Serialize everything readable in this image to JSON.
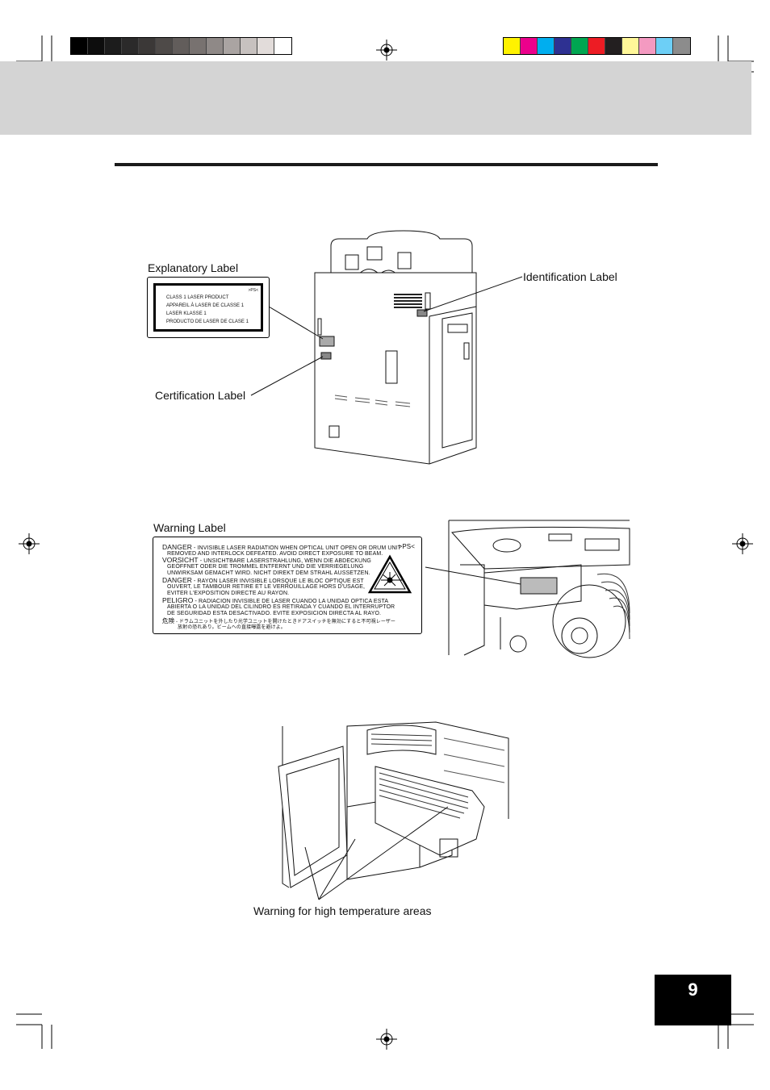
{
  "page": {
    "number": "9"
  },
  "colors": {
    "grayscale_strip": [
      "#000000",
      "#0d0d0d",
      "#1c1c1c",
      "#2b2a2a",
      "#3b3837",
      "#4e4a48",
      "#625d5b",
      "#787270",
      "#8f8987",
      "#aaa4a2",
      "#c7c1bf",
      "#e2dcda",
      "#ffffff"
    ],
    "color_strip": [
      "#fff200",
      "#ec008c",
      "#00aeef",
      "#2e3192",
      "#00a651",
      "#ed1c24",
      "#231f20",
      "#fff799",
      "#f49ac1",
      "#6dcff6",
      "#8c8c8c"
    ]
  },
  "labels": {
    "explanatory": "Explanatory Label",
    "identification": "Identification Label",
    "certification": "Certification Label",
    "warning": "Warning Label",
    "high_temp": "Warning for high temperature areas"
  },
  "explanatory_label": {
    "code": ">PS<",
    "lines": [
      "CLASS 1 LASER PRODUCT",
      "APPAREIL À LASER DE CLASSE 1",
      "LASER KLASSE 1",
      "PRODUCTO DE LASER DE CLASE 1"
    ]
  },
  "warning_label": {
    "code": ">PS<",
    "danger_head": "DANGER",
    "danger_l1": " - INVISIBLE LASER RADIATION WHEN OPTICAL UNIT OPEN OR DRUM UNIT",
    "danger_l2": "REMOVED AND INTERLOCK DEFEATED.  AVOID DIRECT EXPOSURE TO BEAM.",
    "vorsicht_head": "VORSICHT",
    "vorsicht_l1": " - UNSICHTBARE LASERSTRAHLUNG, WENN DIE ABDECKUNG",
    "vorsicht_l2": "GEÖFFNET ODER DIE TROMMEL ENTFERNT UND DIE VERRIEGELUNG",
    "vorsicht_l3": "UNWIRKSAM GEMACHT WIRD.  NICHT DIREKT DEM STRAHL AUSSETZEN.",
    "danger_fr_head": "DANGER",
    "danger_fr_l1": " - RAYON LASER INVISIBLE LORSQUE LE BLOC OPTIQUE EST",
    "danger_fr_l2": "OUVERT, LE TAMBOUR RETIRE ET LE VERROUILLAGE HORS D'USAGE,",
    "danger_fr_l3": "EVITER L'EXPOSITION DIRECTE AU RAYON.",
    "peligro_head": "PELIGRO",
    "peligro_l1": " - RADIACION INVISIBLE DE LASER CUANDO LA UNIDAD OPTICA ESTA",
    "peligro_l2": "ABIERTA O LA UNIDAD DEL CILINDRO ES RETIRADA Y CUANDO EL INTERRUPTOR",
    "peligro_l3": "DE SEGURIDAD ESTA DESACTIVADO.  EVITE EXPOSICION DIRECTA AL RAYO.",
    "jp_head": "危険",
    "jp_l1": " - ドラムユニットを外したり光学ユニットを開けたときドアスイッチを無効にすると不可視レーザー",
    "jp_l2": "放射の恐れあり。ビームへの直接曝露を避けよ。"
  }
}
